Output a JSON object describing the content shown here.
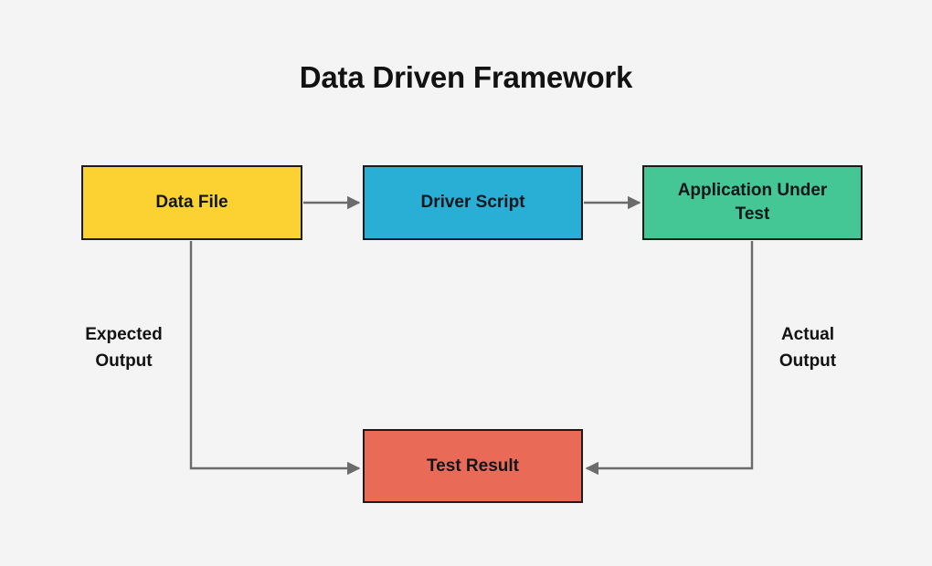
{
  "diagram": {
    "title": "Data Driven Framework",
    "background_color": "#f4f4f4",
    "stroke_color": "#6b6b6b",
    "border_color": "#1b1b1b",
    "text_color": "#121212",
    "nodes": [
      {
        "id": "data-file",
        "label": "Data File",
        "color": "#fcd232"
      },
      {
        "id": "driver",
        "label": "Driver Script",
        "color": "#29afd6"
      },
      {
        "id": "aut",
        "label_line1": "Application Under",
        "label_line2": "Test",
        "color": "#45c795"
      },
      {
        "id": "test-result",
        "label": "Test Result",
        "color": "#e96a57"
      }
    ],
    "edge_labels": [
      {
        "id": "expected",
        "line1": "Expected",
        "line2": "Output"
      },
      {
        "id": "actual",
        "line1": "Actual",
        "line2": "Output"
      }
    ],
    "connections": [
      {
        "from": "data-file",
        "to": "driver",
        "type": "straight-arrow"
      },
      {
        "from": "driver",
        "to": "aut",
        "type": "straight-arrow"
      },
      {
        "from": "data-file",
        "to": "test-result",
        "type": "elbow-arrow",
        "label": "Expected Output"
      },
      {
        "from": "aut",
        "to": "test-result",
        "type": "elbow-arrow",
        "label": "Actual Output"
      }
    ]
  }
}
